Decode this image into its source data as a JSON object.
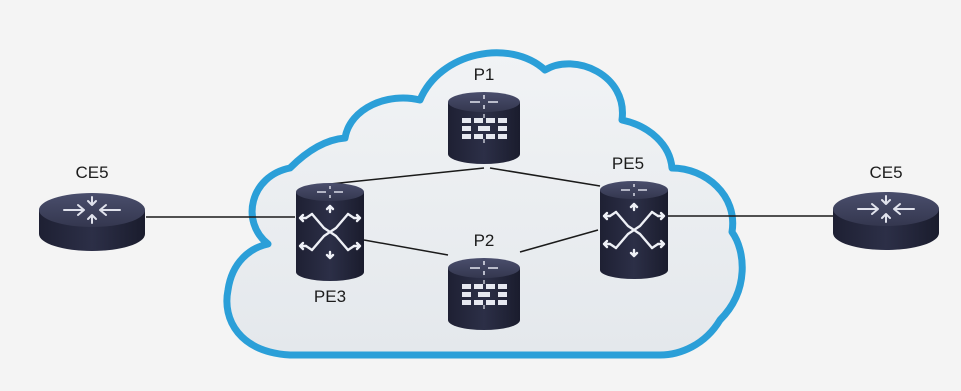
{
  "colors": {
    "background": "#f4f4f4",
    "cloud_fill": "#eceff2",
    "cloud_outline": "#2b9fd8",
    "device_body": "#24263b",
    "device_top": "#3a3d57",
    "link": "#1a1a1a",
    "label": "#1c1c1c"
  },
  "nodes": {
    "ce_left": {
      "label": "CE5",
      "kind": "customer-edge-router",
      "icon": "router-icon"
    },
    "ce_right": {
      "label": "CE5",
      "kind": "customer-edge-router",
      "icon": "router-icon"
    },
    "pe3": {
      "label": "PE3",
      "kind": "provider-edge-router",
      "icon": "switch-router-icon"
    },
    "pe5": {
      "label": "PE5",
      "kind": "provider-edge-router",
      "icon": "switch-router-icon"
    },
    "p1": {
      "label": "P1",
      "kind": "provider-core-router",
      "icon": "core-router-icon"
    },
    "p2": {
      "label": "P2",
      "kind": "provider-core-router",
      "icon": "core-router-icon"
    }
  },
  "links": [
    {
      "from": "CE5",
      "to": "PE3"
    },
    {
      "from": "PE3",
      "to": "P1"
    },
    {
      "from": "PE3",
      "to": "P2"
    },
    {
      "from": "P1",
      "to": "PE5"
    },
    {
      "from": "P2",
      "to": "PE5"
    },
    {
      "from": "PE5",
      "to": "CE5"
    }
  ]
}
